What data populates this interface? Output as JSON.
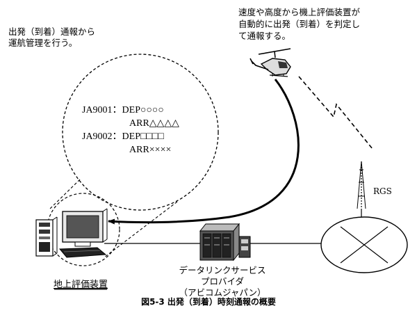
{
  "notes": {
    "left_line1": "出発（到着）通報から",
    "left_line2": "運航管理を行う。",
    "right_line1": "速度や高度から機上評価装置が",
    "right_line2": "自動的に出発（到着）を判定し",
    "right_line3": "て通報する。"
  },
  "bubble_log": {
    "row1": "JA9001：DEP○○○○",
    "row2": "ARR△△△△",
    "row3": "JA9002：DEP□□□□",
    "row4": "ARR××××"
  },
  "labels": {
    "rgs": "RGS",
    "provider_line1": "データリンクサービス",
    "provider_line2": "プロバイダ",
    "provider_line3": "（アビコムジャパン）",
    "ground_station": "地上評価装置",
    "caption": "図5-3 出発（到着）時刻通報の概要"
  },
  "icons": [
    "helicopter-icon",
    "antenna-tower-icon",
    "network-router-icon",
    "server-rack-icon",
    "workstation-icon",
    "radio-link-icon"
  ]
}
